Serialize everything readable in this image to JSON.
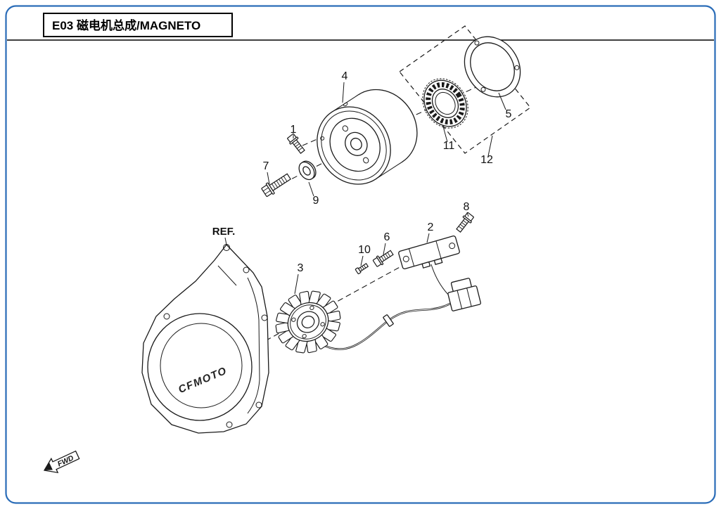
{
  "page": {
    "title": "E03 磁电机总成/MAGNETO",
    "border_color": "#2a6cb8"
  },
  "diagram": {
    "ref_label": "REF.",
    "fwd_label": "FWD",
    "cover_logo": "CFMOTO",
    "callouts": [
      {
        "id": "1",
        "part": "flywheel-bolt"
      },
      {
        "id": "2",
        "part": "ignition-pickup-coil"
      },
      {
        "id": "3",
        "part": "stator"
      },
      {
        "id": "4",
        "part": "flywheel-rotor"
      },
      {
        "id": "5",
        "part": "starter-clutch-ring"
      },
      {
        "id": "6",
        "part": "bolt"
      },
      {
        "id": "7",
        "part": "flange-bolt"
      },
      {
        "id": "8",
        "part": "bolt"
      },
      {
        "id": "9",
        "part": "washer"
      },
      {
        "id": "10",
        "part": "screw"
      },
      {
        "id": "11",
        "part": "one-way-clutch"
      },
      {
        "id": "12",
        "part": "clutch-assembly-group"
      }
    ]
  }
}
